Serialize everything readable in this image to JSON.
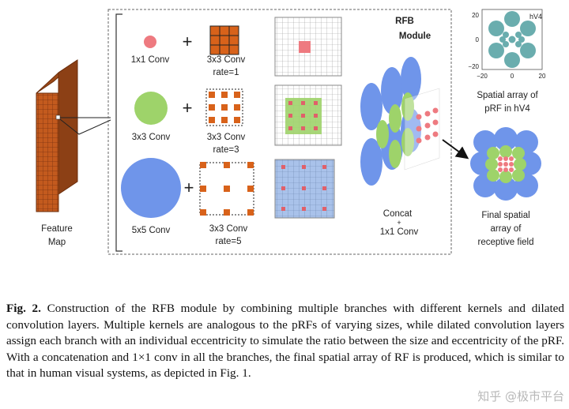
{
  "figure": {
    "feature_map": {
      "line1": "Feature",
      "line2": "Map"
    },
    "branches": [
      {
        "conv": "1x1 Conv",
        "dilated": "3x3 Conv",
        "rate": "rate=1"
      },
      {
        "conv": "3x3 Conv",
        "dilated": "3x3 Conv",
        "rate": "rate=3"
      },
      {
        "conv": "5x5 Conv",
        "dilated": "3x3 Conv",
        "rate": "rate=5"
      }
    ],
    "plus_sign": "+",
    "rfb": {
      "line1": "RFB",
      "line2": "Module"
    },
    "concat": {
      "line1": "Concat",
      "plus": "+",
      "line2": "1x1 Conv"
    },
    "hv4": {
      "label": "hV4",
      "y_ticks": [
        "20",
        "0",
        "−20"
      ],
      "x_ticks": [
        "−20",
        "0",
        "20"
      ],
      "caption_line1": "Spatial array of",
      "caption_line2": "pRF in hV4"
    },
    "final": {
      "line1": "Final spatial",
      "line2": "array of",
      "line3": "receptive field"
    },
    "colors": {
      "small_kernel": "#ee7a80",
      "mid_kernel": "#9ed36a",
      "large_kernel": "#6f95ea",
      "dilated_square": "#d8621a",
      "hv4_blob": "#6aadae"
    }
  },
  "caption": {
    "fig_label": "Fig. 2.",
    "text": "Construction of the RFB module by combining multiple branches with different kernels and dilated convolution layers. Multiple kernels are analogous to the pRFs of varying sizes, while dilated convolution layers assign each branch with an individual eccentricity to simulate the ratio between the size and eccentricity of the pRF. With a concatenation and 1×1 conv in all the branches, the final spatial array of RF is produced, which is similar to that in human visual systems, as depicted in Fig. 1."
  },
  "watermark": "知乎 @极市平台"
}
